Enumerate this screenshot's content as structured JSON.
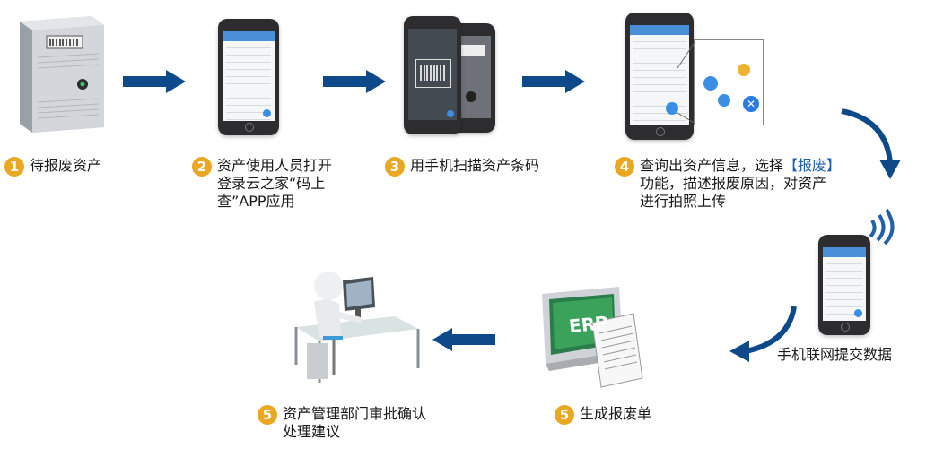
{
  "steps": [
    {
      "num": "1",
      "text": "待报废资产"
    },
    {
      "num": "2",
      "line1": "资产使用人员打开",
      "line2": "登录云之家“码上",
      "line3": "查”APP应用"
    },
    {
      "num": "3",
      "text": "用手机扫描资产条码"
    },
    {
      "num": "4",
      "line1_pre": "查询出资产信息，选择",
      "line1_accent": "【报废】",
      "line2": "功能，描述报废原因，对资产",
      "line3": "进行拍照上传"
    },
    {
      "num": "5",
      "text": "生成报废单"
    },
    {
      "num": "5",
      "line1": "资产管理部门审批确认",
      "line2": "处理建议"
    }
  ],
  "submit_label": "手机联网提交数据",
  "erp_label": "ERP",
  "colors": {
    "badge": "#e9a722",
    "arrow": "#0e4a8a",
    "accent": "#1f5fae"
  }
}
